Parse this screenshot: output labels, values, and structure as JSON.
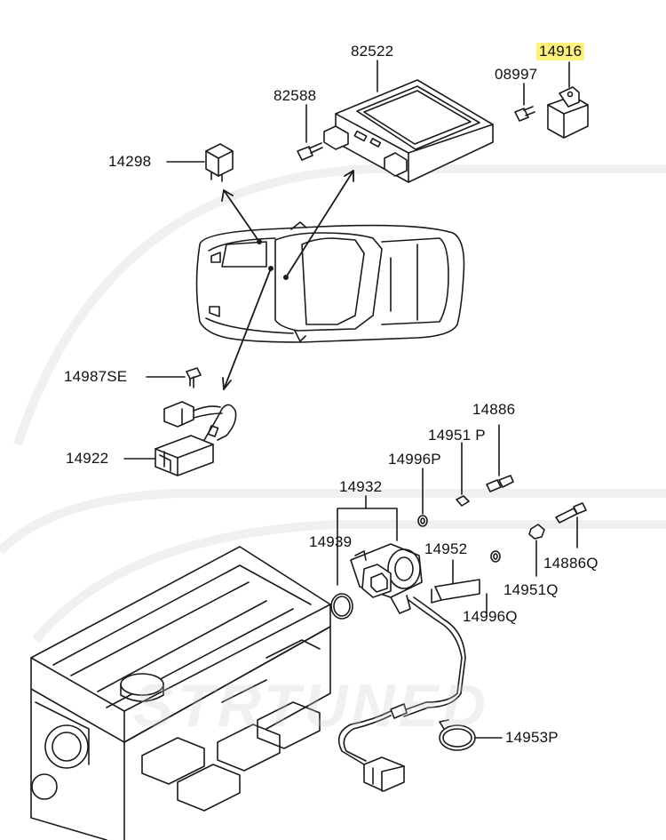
{
  "labels": {
    "p82522": "82522",
    "p14916": "14916",
    "p08997": "08997",
    "p82588": "82588",
    "p14298": "14298",
    "p14987SE": "14987SE",
    "p14922": "14922",
    "p14886": "14886",
    "p14951P": "14951 P",
    "p14996P": "14996P",
    "p14932": "14932",
    "p14939": "14939",
    "p14952": "14952",
    "p14886Q": "14886Q",
    "p14951Q": "14951Q",
    "p14996Q": "14996Q",
    "p14953P": "14953P"
  },
  "watermark": "STRTUNED",
  "colors": {
    "line": "#1a1a1a",
    "highlight": "#fff27a",
    "watermark": "#e8e8e8"
  }
}
